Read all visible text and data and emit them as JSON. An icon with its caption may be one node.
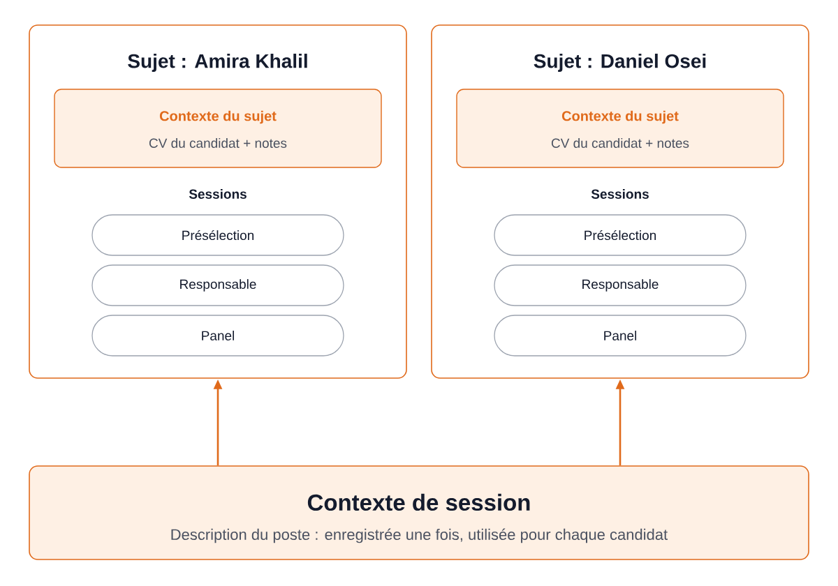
{
  "diagram": {
    "nodes": [
      {
        "text": [
          "Sujet : Amira Khalil",
          "Sessions"
        ]
      },
      {
        "text": [
          "Contexte du sujet",
          "CV du candidat + notes"
        ],
        "in": 0
      },
      {
        "text": [
          "Présélection"
        ],
        "in": 0
      },
      {
        "text": [
          "Responsable"
        ],
        "in": 0
      },
      {
        "text": [
          "Panel"
        ],
        "in": 0
      },
      {
        "text": [
          "Sujet : Daniel Osei",
          "Sessions"
        ]
      },
      {
        "text": [
          "Contexte du sujet",
          "CV du candidat + notes"
        ],
        "in": 5
      },
      {
        "text": [
          "Présélection"
        ],
        "in": 5
      },
      {
        "text": [
          "Responsable"
        ],
        "in": 5
      },
      {
        "text": [
          "Panel"
        ],
        "in": 5
      },
      {
        "text": [
          "Contexte de session",
          "Description du poste : enregistrée une fois, utilisée pour chaque candidat"
        ]
      }
    ],
    "edges": [
      {
        "from": 10,
        "to": 0,
        "arrow": "to"
      },
      {
        "from": 10,
        "to": 5,
        "arrow": "to"
      }
    ]
  }
}
